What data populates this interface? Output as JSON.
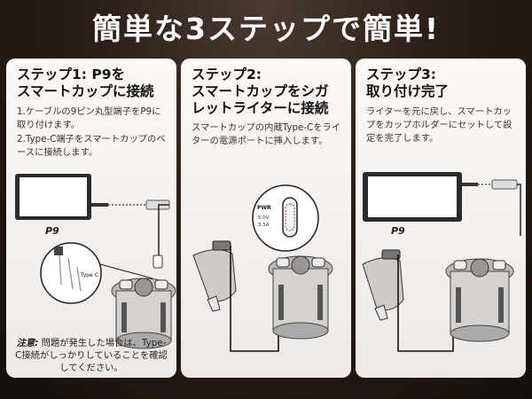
{
  "title": "簡単な3ステップで簡単!",
  "steps": [
    {
      "heading_line1": "ステップ1:  P9を",
      "heading_line2": "スマートカップに接続",
      "text1": "1.ケーブルの9ピン丸型端子をP9に取り付けます。",
      "text2": "2.Type-C端子をスマートカップのベースに接続します。",
      "device_label": "P9",
      "callout_label": "Type C",
      "note_prefix": "注意:",
      "note_text": "問題が発生した場合は、Type-C接続がしっかりしていることを確認してください。"
    },
    {
      "heading_line1": "ステップ2:",
      "heading_line2": "スマートカップをシガ",
      "heading_line3": "レットライターに接続",
      "text": "スマートカップの内蔵Type-Cをライターの電源ポートに挿入します。",
      "port_title": "PWR",
      "port_spec1": "5.0V",
      "port_spec2": "3.5A"
    },
    {
      "heading_line1": "ステップ3:",
      "heading_line2": "取り付け完了",
      "text": "ライターを元に戻し、スマートカップをカップホルダーにセットして設定を完了します。",
      "device_label": "P9"
    }
  ]
}
